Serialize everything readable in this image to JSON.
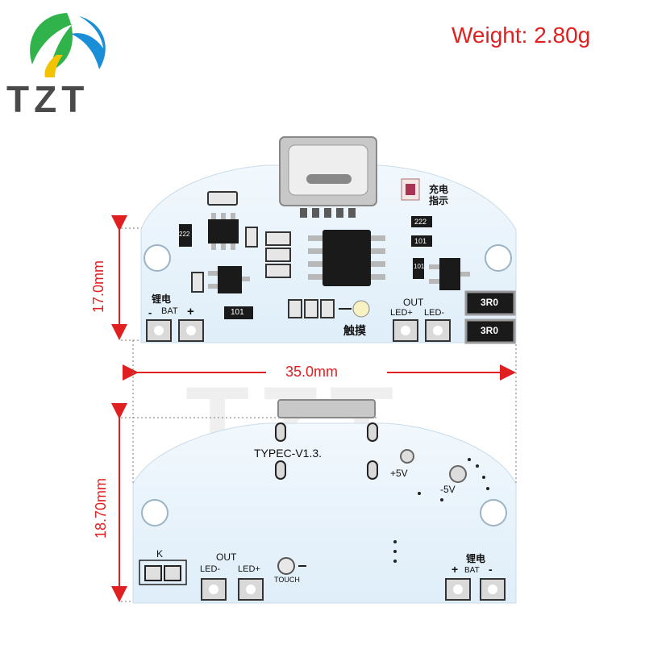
{
  "brand": {
    "logo_text": "TZT",
    "logo_icon": "tzt-leaf-logo",
    "colors": {
      "green": "#2fb34a",
      "blue": "#1a8fd8",
      "grey": "#4a4a4a"
    }
  },
  "weight_label": "Weight: 2.80g",
  "dimensions": {
    "top_height": "17.0mm",
    "width": "35.0mm",
    "bottom_height": "18.70mm",
    "color": "#e02020"
  },
  "board_top": {
    "charge_indicator": "充电\n指示",
    "bat_cn": "锂电",
    "bat_label": "BAT",
    "bat_minus": "-",
    "bat_plus": "+",
    "out_label": "OUT",
    "led_plus": "LED+",
    "led_minus": "LED-",
    "touch_cn": "触摸",
    "resistor_1": "222",
    "resistor_2": "101",
    "resistor_3": "101",
    "resistor_4": "222",
    "resistor_5": "101",
    "power_res_1": "3R0",
    "power_res_2": "3R0"
  },
  "board_bottom": {
    "version": "TYPEC-V1.3.",
    "plus5v": "+5V",
    "minus5v": "-5V",
    "k_label": "K",
    "out_label": "OUT",
    "led_minus": "LED-",
    "led_plus": "LED+",
    "touch": "TOUCH",
    "bat_cn": "锂电",
    "bat_label": "BAT",
    "bat_plus": "+",
    "bat_minus": "-"
  },
  "watermark": "TZT"
}
